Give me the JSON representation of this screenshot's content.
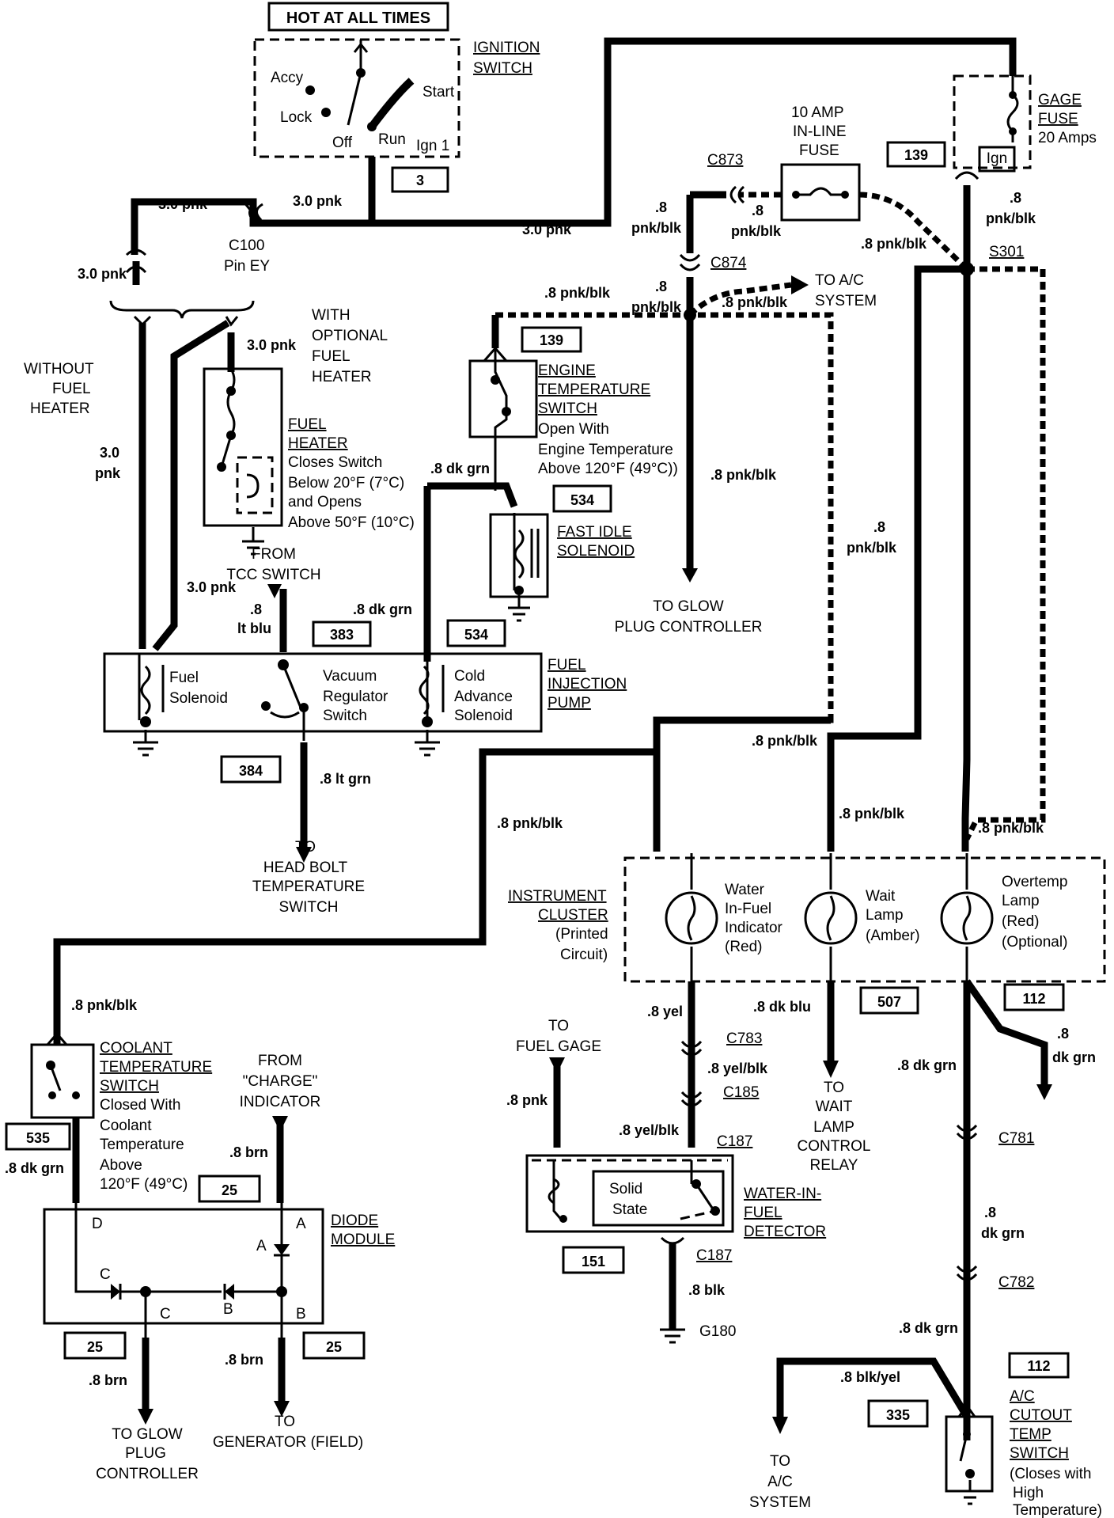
{
  "top": {
    "hot_at_all_times": "HOT AT ALL TIMES"
  },
  "ignition": {
    "title_l1": "IGNITION",
    "title_l2": "SWITCH",
    "accy": "Accy",
    "lock": "Lock",
    "off": "Off",
    "run": "Run",
    "start": "Start",
    "ign1": "Ign 1",
    "circuit": "3"
  },
  "gage_fuse": {
    "title_l1": "GAGE",
    "title_l2": "FUSE",
    "rating": "20 Amps",
    "ign": "Ign",
    "circuit": "139"
  },
  "inline_fuse": {
    "l1": "10 AMP",
    "l2": "IN-LINE",
    "l3": "FUSE"
  },
  "wires": {
    "w30pnk": "3.0 pnk",
    "w30": "3.0",
    "pnk": "pnk",
    "w8": ".8",
    "pnkblk": "pnk/blk",
    "w8pnkblk": ".8 pnk/blk",
    "w8dkgrn": ".8 dk grn",
    "dkgrn": "dk grn",
    "w8ltblu": ".8",
    "ltblu": "lt blu",
    "w8ltgrn": ".8 lt grn",
    "w8yel": ".8 yel",
    "w8yelblk": ".8 yel/blk",
    "w8dkblu": ".8 dk blu",
    "w8pnk": ".8 pnk",
    "w8brn": ".8 brn",
    "w8blk": ".8 blk",
    "w8blkyel": ".8 blk/yel"
  },
  "connectors": {
    "c100": "C100",
    "c100_pin": "Pin EY",
    "c873": "C873",
    "c874": "C874",
    "s301": "S301",
    "c783": "C783",
    "c185": "C185",
    "c187": "C187",
    "c781": "C781",
    "c782": "C782",
    "g180": "G180"
  },
  "labels": {
    "without_l1": "WITHOUT",
    "without_l2": "FUEL",
    "without_l3": "HEATER",
    "with_l1": "WITH",
    "with_l2": "OPTIONAL",
    "with_l3": "FUEL",
    "with_l4": "HEATER",
    "to_ac_l1": "TO A/C",
    "to_ac_l2": "SYSTEM",
    "to_glow_l1": "TO GLOW",
    "to_glow_l2": "PLUG CONTROLLER",
    "from_tcc_l1": "FROM",
    "from_tcc_l2": "TCC SWITCH",
    "to_head_l1": "TO",
    "to_head_l2": "HEAD BOLT",
    "to_head_l3": "TEMPERATURE",
    "to_head_l4": "SWITCH",
    "to_fuel_gage_l1": "TO",
    "to_fuel_gage_l2": "FUEL GAGE",
    "to_wait_l1": "TO",
    "to_wait_l2": "WAIT",
    "to_wait_l3": "LAMP",
    "to_wait_l4": "CONTROL",
    "to_wait_l5": "RELAY",
    "from_charge_l1": "FROM",
    "from_charge_l2": "\"CHARGE\"",
    "from_charge_l3": "INDICATOR",
    "to_glow2_l1": "TO GLOW",
    "to_glow2_l2": "PLUG",
    "to_glow2_l3": "CONTROLLER",
    "to_gen_l1": "TO",
    "to_gen_l2": "GENERATOR (FIELD)",
    "to_ac2_l1": "TO",
    "to_ac2_l2": "A/C",
    "to_ac2_l3": "SYSTEM"
  },
  "fuel_heater": {
    "t1": "FUEL",
    "t2": "HEATER",
    "d1": "Closes Switch",
    "d2": "Below 20°F (7°C)",
    "d3": "and Opens",
    "d4": "Above 50°F (10°C)"
  },
  "engine_temp": {
    "t1": "ENGINE",
    "t2": "TEMPERATURE",
    "t3": "SWITCH",
    "d1": "Open With",
    "d2": "Engine Temperature",
    "d3": "Above 120°F (49°C))",
    "circuit": "139"
  },
  "fast_idle": {
    "t1": "FAST IDLE",
    "t2": "SOLENOID",
    "circuit": "534"
  },
  "pump": {
    "t1": "FUEL",
    "t2": "INJECTION",
    "t3": "PUMP",
    "fuel_sol_l1": "Fuel",
    "fuel_sol_l2": "Solenoid",
    "vac_l1": "Vacuum",
    "vac_l2": "Regulator",
    "vac_l3": "Switch",
    "cold_l1": "Cold",
    "cold_l2": "Advance",
    "cold_l3": "Solenoid",
    "c383": "383",
    "c534": "534",
    "c384": "384"
  },
  "cluster": {
    "t1": "INSTRUMENT",
    "t2": "CLUSTER",
    "d1": "(Printed",
    "d2": "Circuit)",
    "wif_l1": "Water",
    "wif_l2": "In-Fuel",
    "wif_l3": "Indicator",
    "wif_l4": "(Red)",
    "wait_l1": "Wait",
    "wait_l2": "Lamp",
    "wait_l3": "(Amber)",
    "over_l1": "Overtemp",
    "over_l2": "Lamp",
    "over_l3": "(Red)",
    "over_l4": "(Optional)",
    "c507": "507",
    "c112": "112"
  },
  "coolant": {
    "t1": "COOLANT",
    "t2": "TEMPERATURE",
    "t3": "SWITCH",
    "d1": "Closed With",
    "d2": "Coolant",
    "d3": "Temperature",
    "d4": "Above",
    "d5": "120°F (49°C)",
    "circuit": "535"
  },
  "diode": {
    "t1": "DIODE",
    "t2": "MODULE",
    "a": "A",
    "b": "B",
    "c": "C",
    "d": "D",
    "c25a": "25",
    "c25b": "25",
    "c25c": "25"
  },
  "wif_detector": {
    "t1": "WATER-IN-",
    "t2": "FUEL",
    "t3": "DETECTOR",
    "solid_l1": "Solid",
    "solid_l2": "State",
    "circuit": "151"
  },
  "ac_cutout": {
    "t1": "A/C",
    "t2": "CUTOUT",
    "t3": "TEMP",
    "t4": "SWITCH",
    "d1": "(Closes with",
    "d2": "High",
    "d3": "Temperature)",
    "c112": "112",
    "c335": "335"
  }
}
